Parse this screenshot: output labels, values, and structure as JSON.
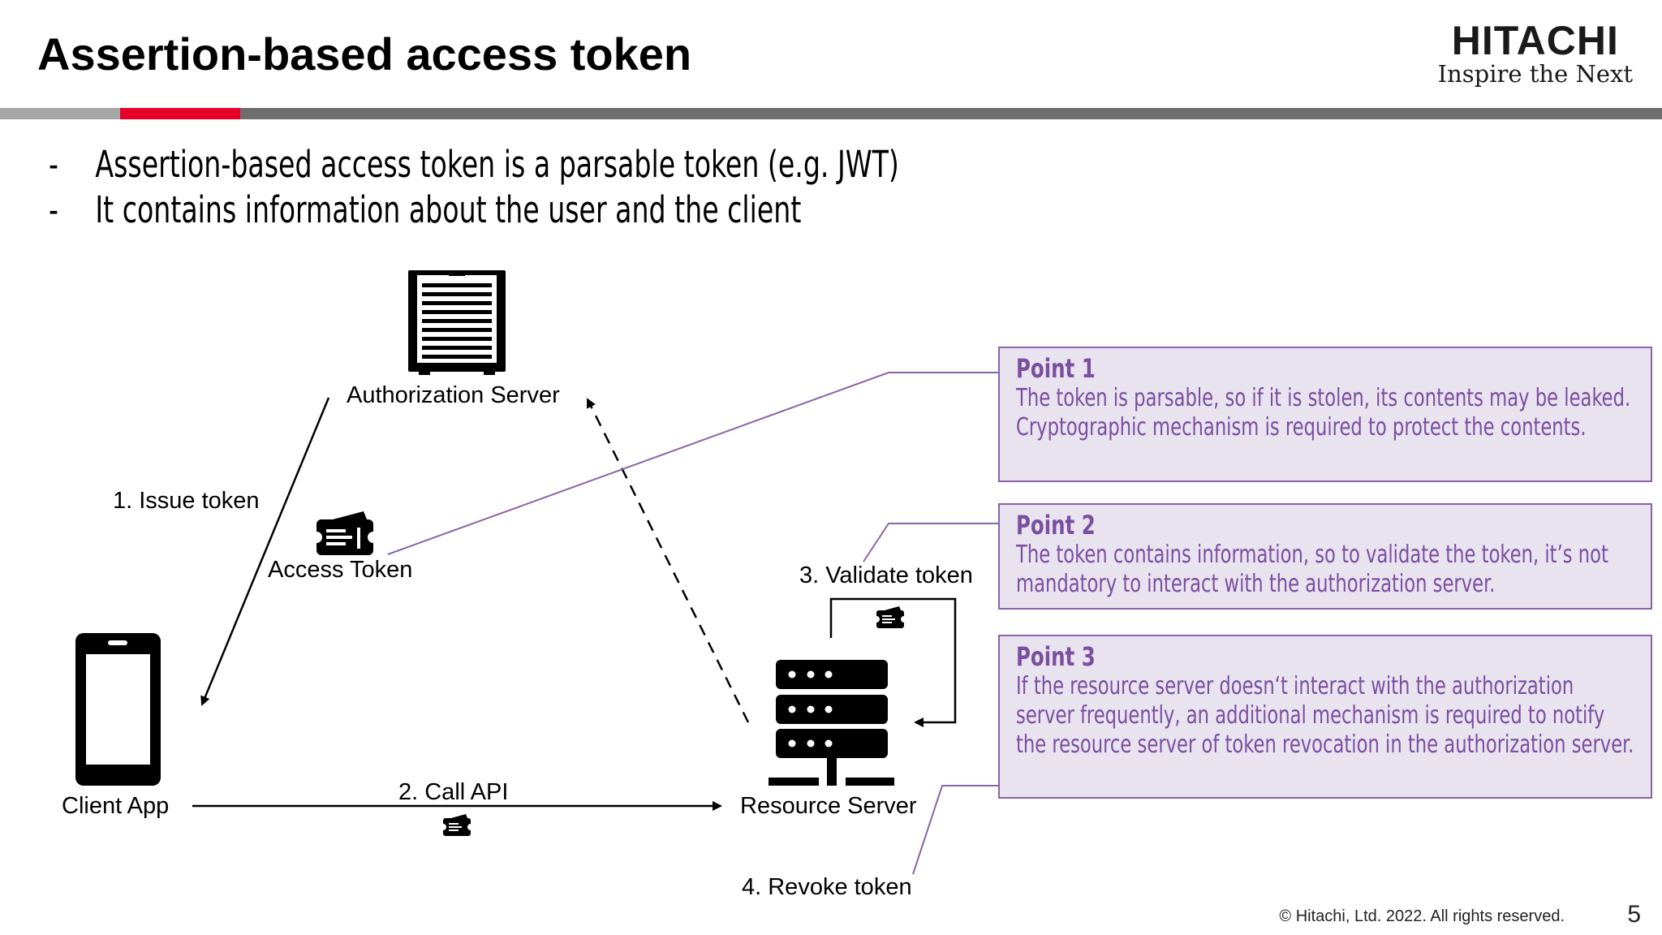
{
  "title": "Assertion-based access token",
  "brand": {
    "name": "HITACHI",
    "tagline": "Inspire the Next"
  },
  "bullets": [
    {
      "marker": "-",
      "text": "Assertion-based access token is a parsable token (e.g. JWT)"
    },
    {
      "marker": "-",
      "text": "It contains information about the user and the client"
    }
  ],
  "nodes": {
    "authorization_server": "Authorization Server",
    "client_app": "Client App",
    "resource_server": "Resource Server",
    "access_token": "Access Token"
  },
  "steps": {
    "issue_token": "1. Issue token",
    "call_api": "2. Call API",
    "validate_token": "3. Validate token",
    "revoke_token": "4. Revoke token"
  },
  "points": [
    {
      "title": "Point 1",
      "body": "The token is parsable, so if it is stolen, its contents may be leaked. Cryptographic mechanism is required to protect the contents."
    },
    {
      "title": "Point 2",
      "body": "The token contains information, so to validate the token, it’s not mandatory to interact with the authorization server."
    },
    {
      "title": "Point 3",
      "body": "If the resource server doesn‘t interact with the authorization server frequently, an additional mechanism is required to notify the resource server of token revocation in the authorization server."
    }
  ],
  "footer": {
    "copyright": "© Hitachi, Ltd. 2022. All rights reserved.",
    "page_number": "5"
  },
  "colors": {
    "accent_red": "#e60027",
    "point_border": "#8a63a8",
    "point_fill": "#e9e2ef",
    "point_text": "#7a4f9f"
  },
  "icons": [
    "server-rack-icon",
    "ticket-icon",
    "smartphone-icon",
    "server-stack-icon"
  ]
}
